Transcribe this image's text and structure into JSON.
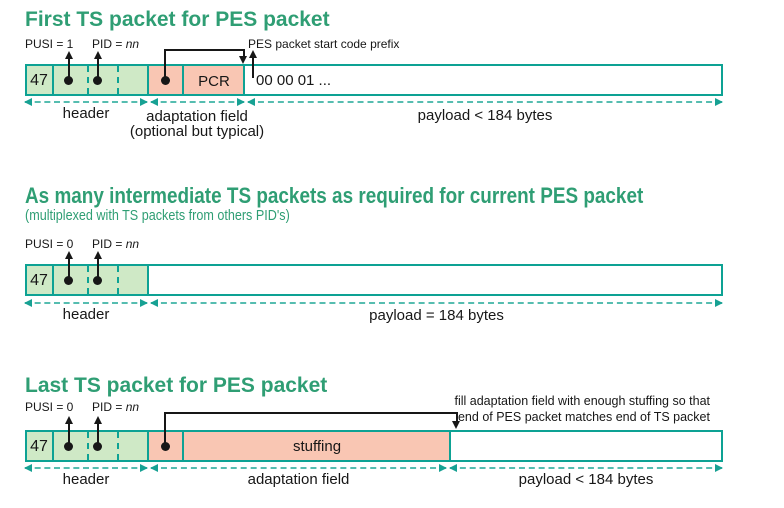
{
  "colors": {
    "title-green": "#2f9e74",
    "border-teal": "#0da294",
    "green-fill": "#cfe9c6",
    "salmon-fill": "#f9c6b3",
    "dim-teal": "#56bdb0",
    "dim-head": "#17a193",
    "ink": "#171717"
  },
  "sections": {
    "first": {
      "title": "First TS packet for PES packet",
      "pusi": "PUSI = 1",
      "pid_prefix": "PID = ",
      "pid_var": "nn",
      "start_code": "PES packet start code prefix",
      "sync": "47",
      "pcr": "PCR",
      "payload_text": "00 00 01 ...",
      "header": "header",
      "adaptation": "adaptation field",
      "adaptation_note": "(optional but typical)",
      "payload": "payload < 184 bytes"
    },
    "intermediate": {
      "title": "As many intermediate TS packets as required for current PES packet",
      "subtitle": "(multiplexed with TS packets from others PID's)",
      "pusi": "PUSI = 0",
      "pid_prefix": "PID = ",
      "pid_var": "nn",
      "sync": "47",
      "header": "header",
      "payload": "payload = 184 bytes"
    },
    "last": {
      "title": "Last TS packet for PES packet",
      "pusi": "PUSI = 0",
      "pid_prefix": "PID = ",
      "pid_var": "nn",
      "annotation_line1": "fill adaptation field with enough stuffing so that",
      "annotation_line2": "end of PES packet matches end of TS packet",
      "sync": "47",
      "stuffing": "stuffing",
      "header": "header",
      "adaptation": "adaptation field",
      "payload": "payload < 184 bytes"
    }
  }
}
